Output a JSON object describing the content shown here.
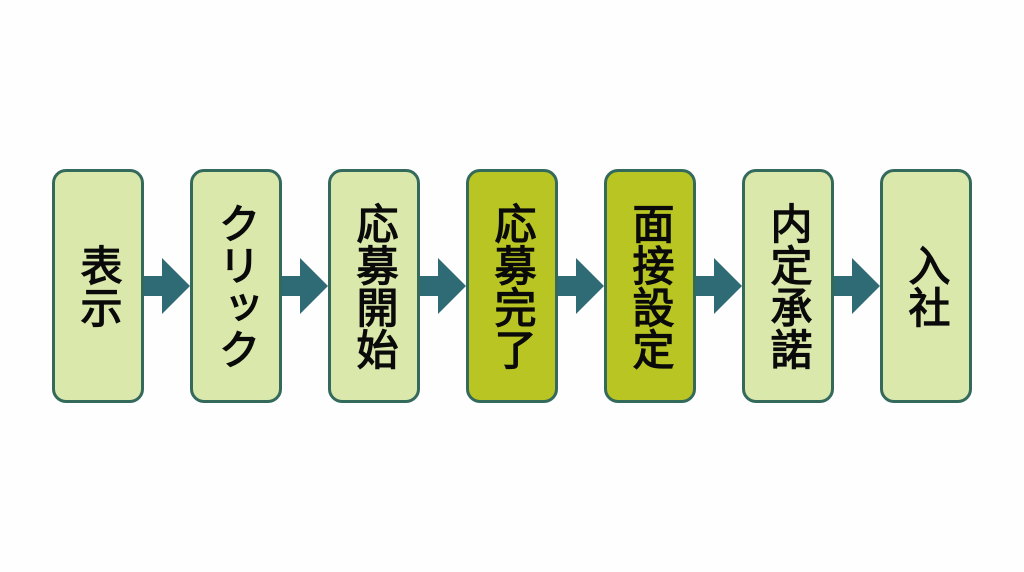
{
  "diagram": {
    "type": "horizontal-process-flow",
    "steps": [
      {
        "label": "表示",
        "emphasized": false
      },
      {
        "label": "クリック",
        "emphasized": false
      },
      {
        "label": "応募開始",
        "emphasized": false
      },
      {
        "label": "応募完了",
        "emphasized": true
      },
      {
        "label": "面接設定",
        "emphasized": true
      },
      {
        "label": "内定承諾",
        "emphasized": false
      },
      {
        "label": "入社",
        "emphasized": false
      }
    ],
    "colors": {
      "background": "#fefefe",
      "box_fill_light": "#dbe8ac",
      "box_fill_emphasized": "#b8c522",
      "box_border": "#346a5c",
      "arrow": "#2e6b74",
      "text": "#0a0a0a"
    },
    "connector_icon": "arrow-right-icon"
  }
}
